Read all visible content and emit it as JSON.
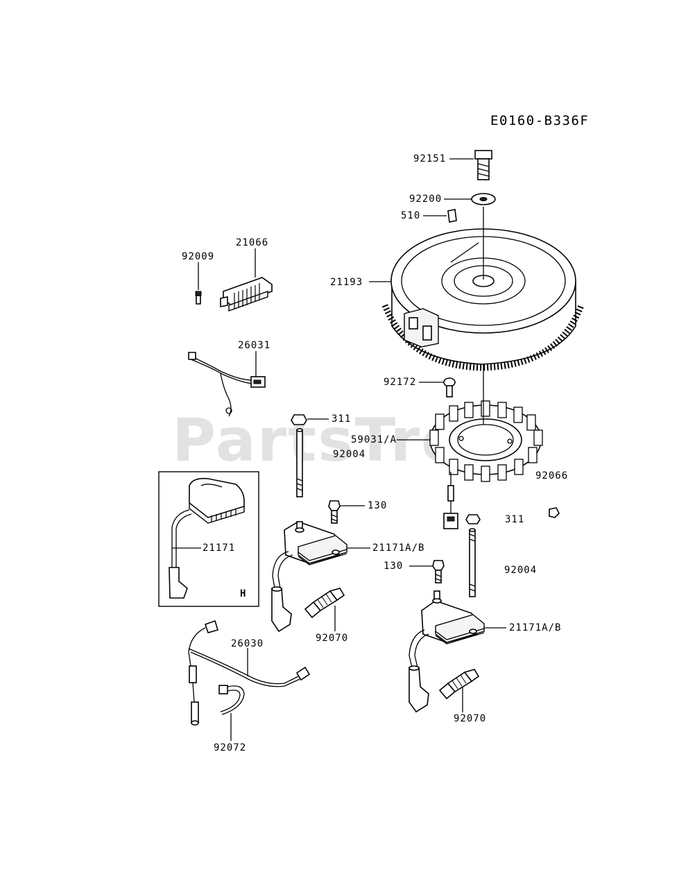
{
  "diagram": {
    "code": "E0160-B336F",
    "watermark": "PartsTree",
    "inset_letter": "H"
  },
  "labels": {
    "p92151": "92151",
    "p92200": "92200",
    "p510": "510",
    "p21193": "21193",
    "p21066": "21066",
    "p92009": "92009",
    "p26031": "26031",
    "p92172": "92172",
    "p311a": "311",
    "p59031": "59031/A",
    "p92004a": "92004",
    "p92066": "92066",
    "p130a": "130",
    "p311b": "311",
    "p21171": "21171",
    "p21171ab_a": "21171A/B",
    "p130b": "130",
    "p92004b": "92004",
    "p92070a": "92070",
    "p26030": "26030",
    "p21171ab_b": "21171A/B",
    "p92070b": "92070",
    "p92072": "92072"
  }
}
